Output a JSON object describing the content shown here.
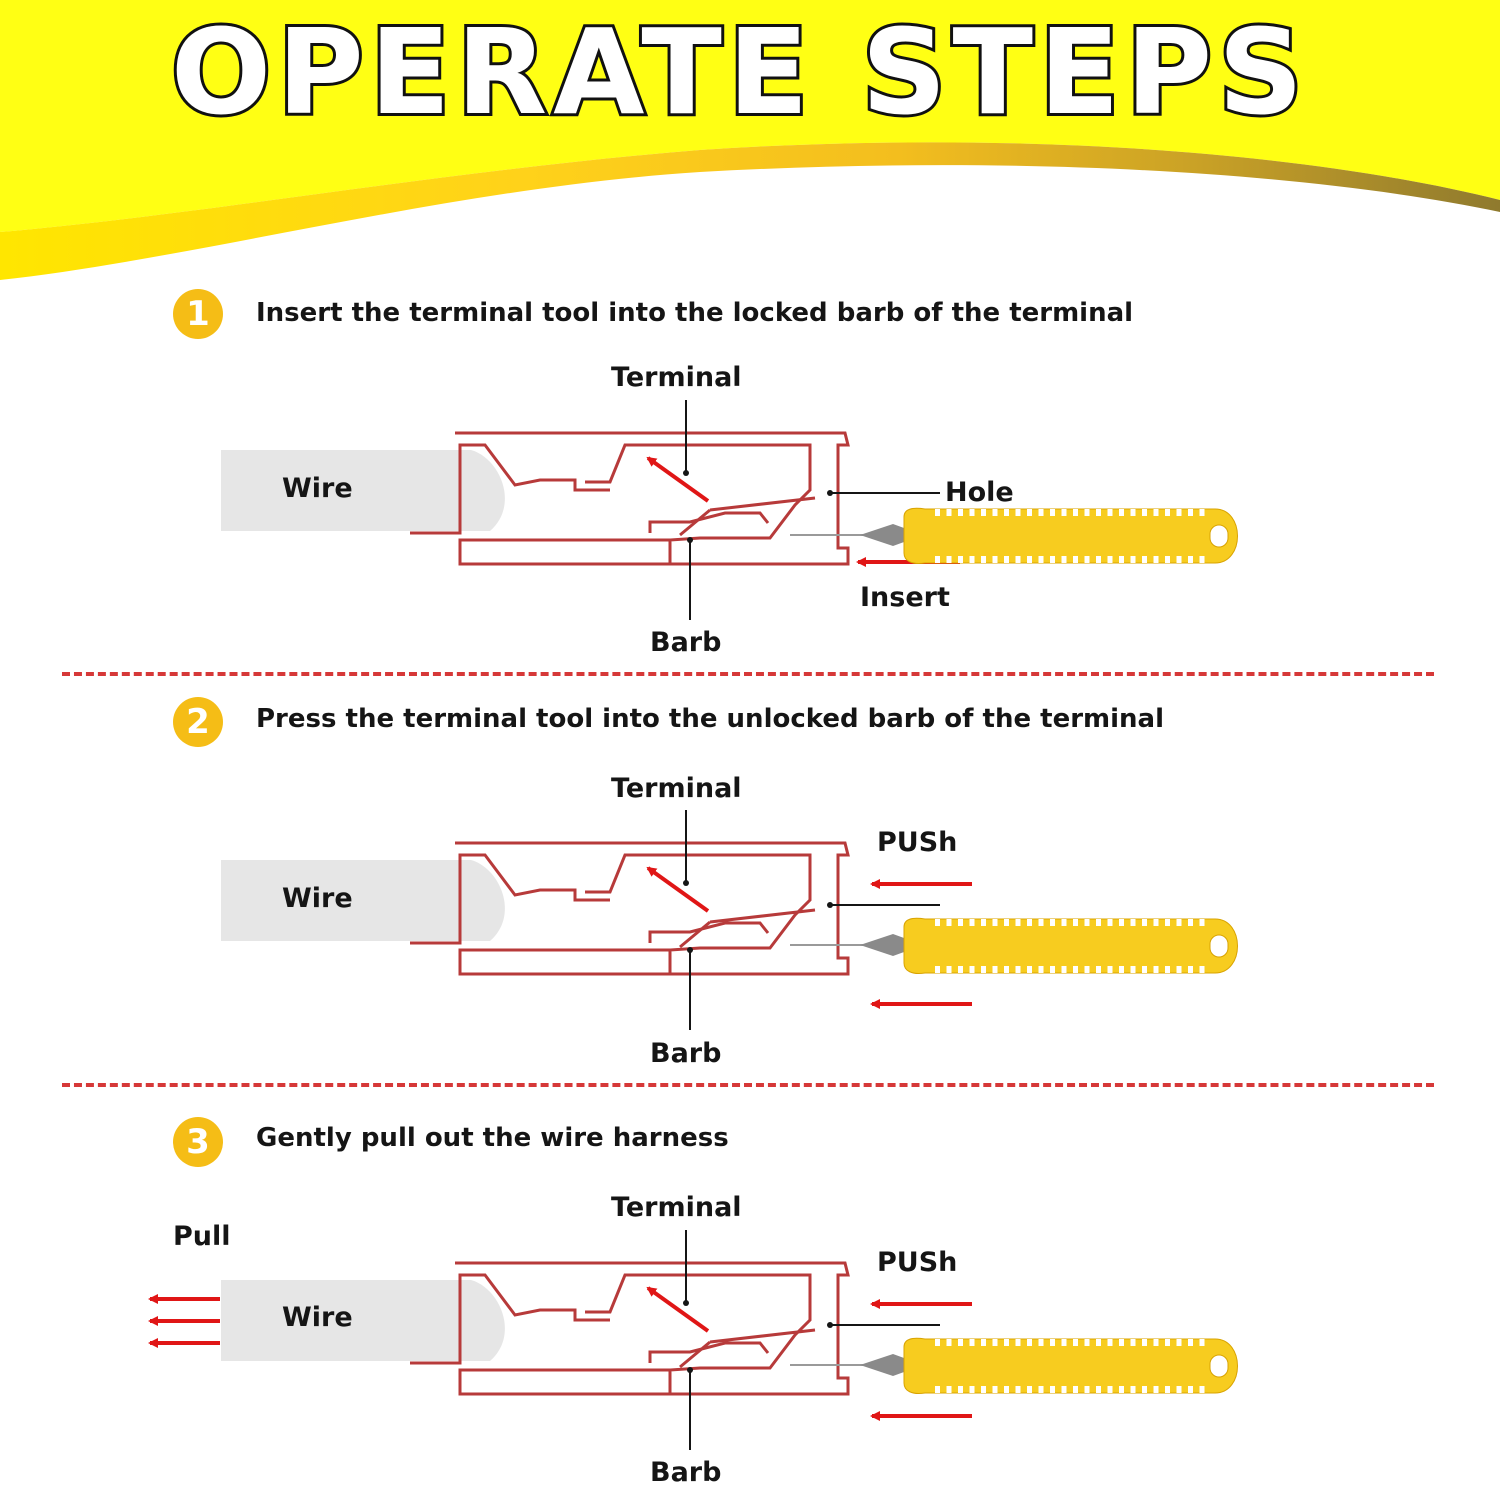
{
  "title": "OPERATE STEPS",
  "colors": {
    "banner_yellow": "#ffff14",
    "accent": "#f5bd16",
    "terminal_line": "#b73a3a",
    "arrow_red": "#e01616",
    "tool_yellow": "#f7cc1f",
    "wire_gray": "#e6e6e6",
    "divider": "#d63838"
  },
  "steps": [
    {
      "number": "1",
      "instruction": "Insert the terminal tool into the locked barb of the terminal",
      "labels": {
        "wire": "Wire",
        "terminal": "Terminal",
        "barb": "Barb",
        "hole": "Hole",
        "insert": "Insert"
      }
    },
    {
      "number": "2",
      "instruction": "Press the terminal tool into the unlocked barb of the terminal",
      "labels": {
        "wire": "Wire",
        "terminal": "Terminal",
        "barb": "Barb",
        "push": "PUSh"
      }
    },
    {
      "number": "3",
      "instruction": "Gently pull out the wire harness",
      "labels": {
        "wire": "Wire",
        "terminal": "Terminal",
        "barb": "Barb",
        "push": "PUSh",
        "pull": "Pull"
      }
    }
  ]
}
